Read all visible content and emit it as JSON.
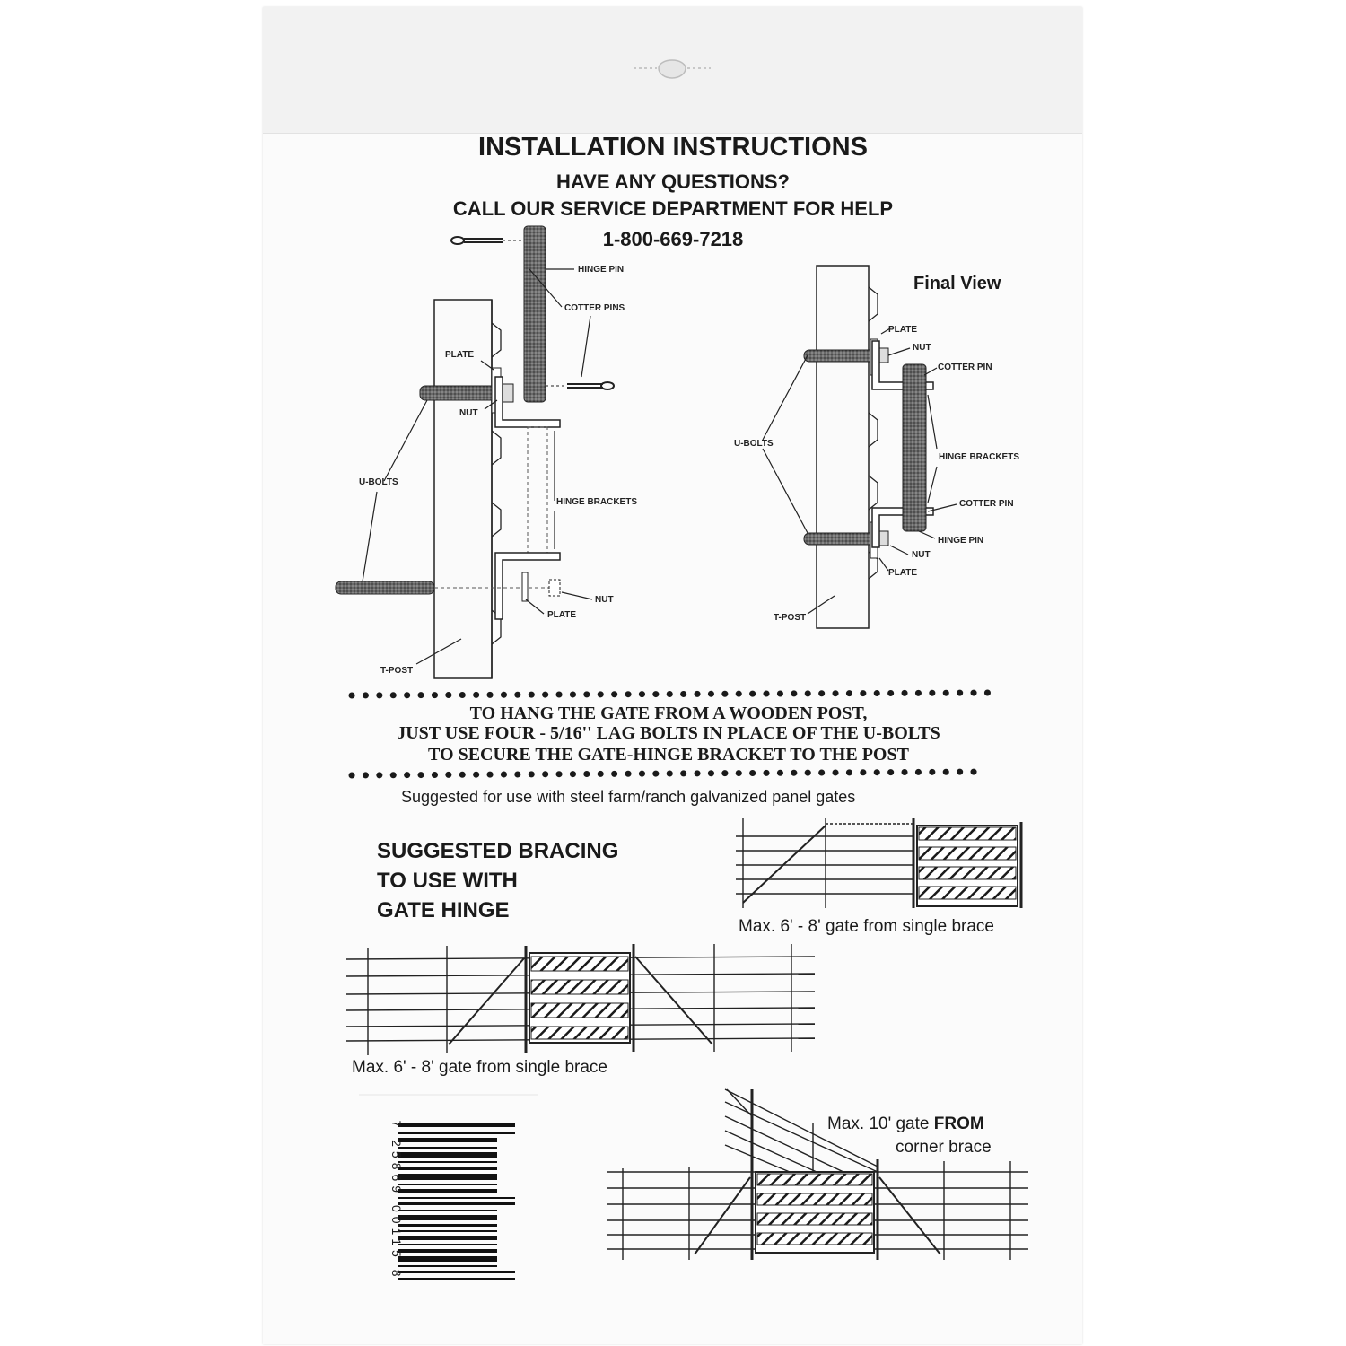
{
  "header": {
    "title": "INSTALLATION INSTRUCTIONS",
    "line1": "HAVE ANY QUESTIONS?",
    "line2": "CALL OUR SERVICE DEPARTMENT FOR HELP",
    "phone": "1-800-669-7218"
  },
  "diagram_left": {
    "hinge_pin": "HINGE PIN",
    "cotter_pins": "COTTER PINS",
    "plate_top": "PLATE",
    "nut_top": "NUT",
    "u_bolts": "U-BOLTS",
    "hinge_brackets": "HINGE BRACKETS",
    "nut_bottom": "NUT",
    "plate_bottom": "PLATE",
    "t_post": "T-POST"
  },
  "diagram_right": {
    "final_view": "Final View",
    "plate_top": "PLATE",
    "nut_top": "NUT",
    "cotter_pin_top": "COTTER PIN",
    "u_bolts": "U-BOLTS",
    "hinge_brackets": "HINGE BRACKETS",
    "cotter_pin_bottom": "COTTER PIN",
    "hinge_pin": "HINGE PIN",
    "nut_bottom": "NUT",
    "plate_bottom": "PLATE",
    "t_post": "T-POST"
  },
  "wooden_post_note": {
    "line1": "TO HANG THE GATE FROM A WOODEN POST,",
    "line2": "JUST USE FOUR - 5/16'' LAG BOLTS IN PLACE OF THE U-BOLTS",
    "line3": "TO SECURE THE GATE-HINGE BRACKET TO THE POST"
  },
  "suggested_use": "Suggested for use with steel farm/ranch galvanized panel gates",
  "bracing": {
    "title_line1": "SUGGESTED BRACING",
    "title_line2": "TO USE WITH",
    "title_line3": "GATE HINGE",
    "caption_top": "Max. 6' - 8'  gate from single brace",
    "caption_middle": "Max. 6' - 8'  gate from single brace",
    "caption_corner_line1": "Max. 10' gate",
    "caption_corner_bold": "FROM",
    "caption_corner_line2": "corner brace"
  },
  "barcode": {
    "digits": "7 25869 00115 8"
  }
}
